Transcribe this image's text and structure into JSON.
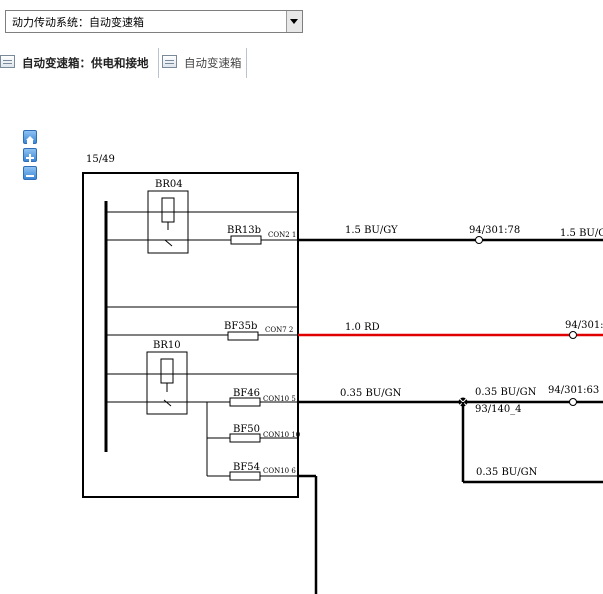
{
  "system_select": {
    "value": "动力传动系统：自动变速箱"
  },
  "tabs": [
    {
      "label": "自动变速箱：供电和接地",
      "active": true
    },
    {
      "label": "自动变速箱",
      "active": false
    }
  ],
  "zoom_controls": [
    "home-icon",
    "zoom-in-icon",
    "zoom-out-icon"
  ],
  "diagram": {
    "page": "15/49",
    "relays": [
      "BR04",
      "BR10"
    ],
    "fuses": [
      "BR13b",
      "BF35b",
      "BF46",
      "BF50",
      "BF54"
    ],
    "connectors": [
      "CON2 1",
      "CON7  2",
      "CON10 5",
      "CON10 10",
      "CON10 6"
    ],
    "wires": [
      "1.5 BU/GY",
      "1.0 RD",
      "0.35 BU/GN",
      "0.35 BU/GN",
      "0.35 BU/GN",
      "1.5 BU/G"
    ],
    "connection_points": [
      "94/301:78",
      "94/301:",
      "94/301:63",
      "93/140_4"
    ],
    "colors": {
      "red_wire": "#e00000",
      "wire": "#000000"
    }
  }
}
